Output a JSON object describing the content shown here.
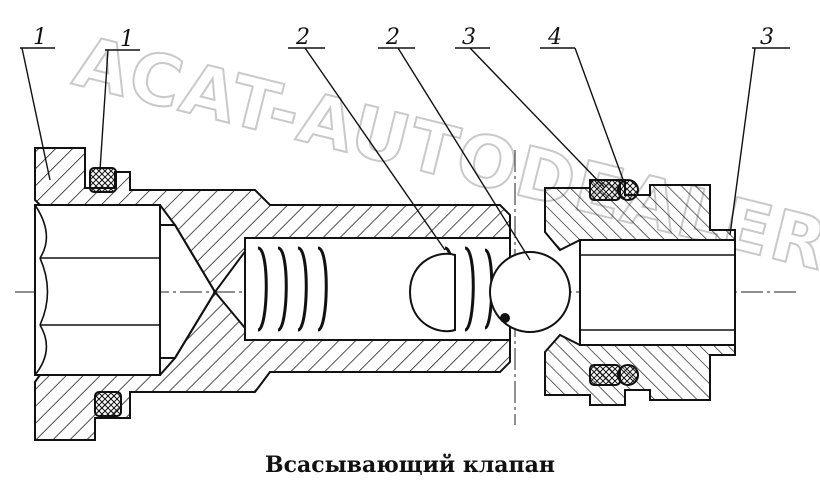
{
  "caption": "Всасывающий клапан",
  "watermark": "ACAT-AUTODEALER.RU",
  "callouts": [
    {
      "id": "c1a",
      "label": "1"
    },
    {
      "id": "c1b",
      "label": "1"
    },
    {
      "id": "c2a",
      "label": "2"
    },
    {
      "id": "c2b",
      "label": "2"
    },
    {
      "id": "c3a",
      "label": "3"
    },
    {
      "id": "c4",
      "label": "4"
    },
    {
      "id": "c3b",
      "label": "3"
    }
  ]
}
